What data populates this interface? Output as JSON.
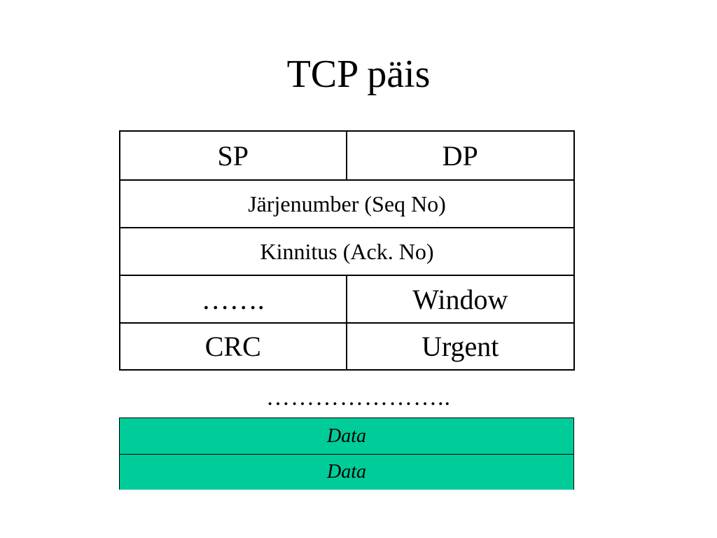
{
  "title": "TCP päis",
  "header_rows": [
    [
      "SP",
      "DP"
    ],
    [
      "Järjenumber (Seq No)"
    ],
    [
      "Kinnitus (Ack. No)"
    ],
    [
      "…….",
      "Window"
    ],
    [
      "CRC",
      "Urgent"
    ]
  ],
  "separator": "…………………..",
  "data_rows": [
    "Data",
    "Data"
  ],
  "colors": {
    "data_fill": "#00cc99",
    "border": "#000000",
    "background": "#ffffff"
  }
}
